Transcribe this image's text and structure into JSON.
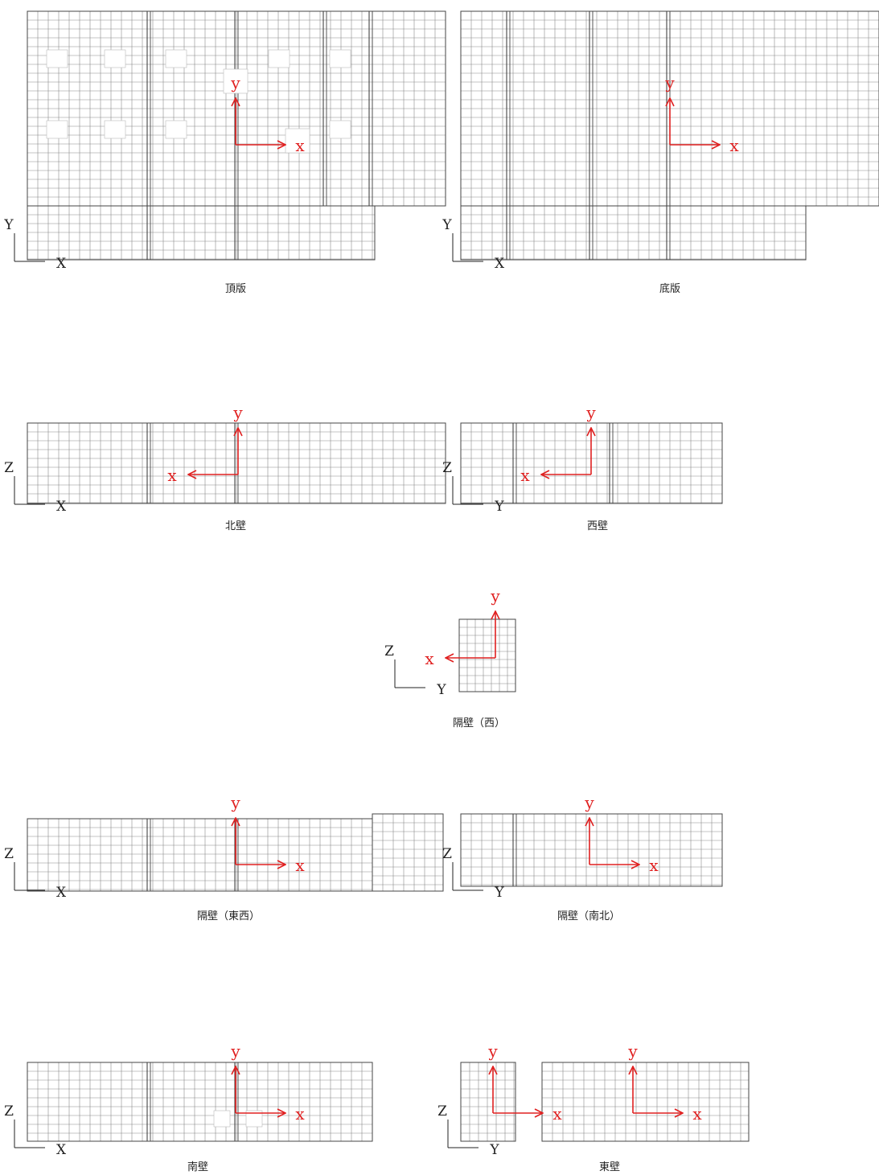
{
  "panels": [
    {
      "id": "top-slab",
      "caption": "頂版",
      "ref": {
        "v": "Y",
        "h": "X"
      }
    },
    {
      "id": "bottom-slab",
      "caption": "底版",
      "ref": {
        "v": "Y",
        "h": "X"
      }
    },
    {
      "id": "north-wall",
      "caption": "北壁",
      "ref": {
        "v": "Z",
        "h": "X"
      }
    },
    {
      "id": "west-wall",
      "caption": "西壁",
      "ref": {
        "v": "Z",
        "h": "Y"
      }
    },
    {
      "id": "partition-west",
      "caption": "隔壁（西）",
      "ref": {
        "v": "Z",
        "h": "Y"
      }
    },
    {
      "id": "partition-ew",
      "caption": "隔壁（東西）",
      "ref": {
        "v": "Z",
        "h": "X"
      }
    },
    {
      "id": "partition-ns",
      "caption": "隔壁（南北）",
      "ref": {
        "v": "Z",
        "h": "Y"
      }
    },
    {
      "id": "south-wall",
      "caption": "南壁",
      "ref": {
        "v": "Z",
        "h": "X"
      }
    },
    {
      "id": "east-wall",
      "caption": "東壁",
      "ref": {
        "v": "Z",
        "h": "Y"
      }
    }
  ],
  "local_axis_labels": {
    "x": "x",
    "y": "y"
  },
  "colors": {
    "mesh": "#8a8a8a",
    "mesh_strong": "#444444",
    "local_axis": "#e02020",
    "text": "#222222"
  }
}
